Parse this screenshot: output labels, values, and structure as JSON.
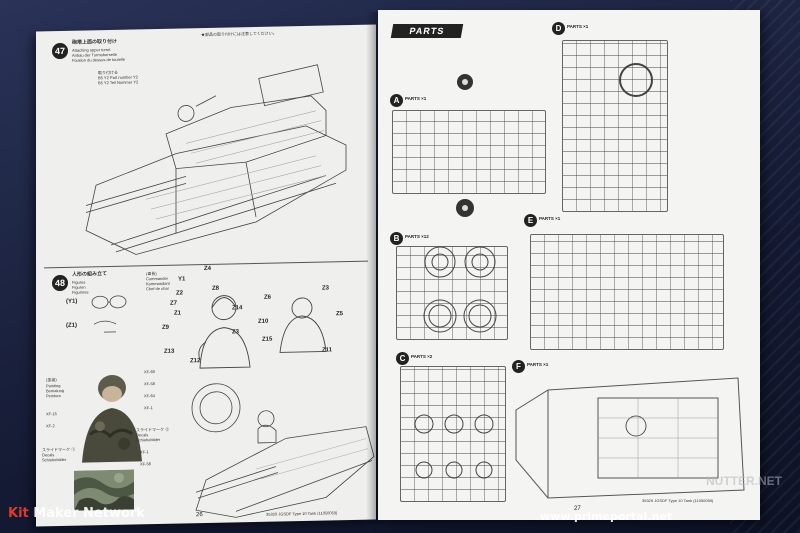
{
  "left_page": {
    "step_47": {
      "number": "47",
      "jp_heading": "砲塔上面の取り付け",
      "lines": [
        "Attaching upper turret",
        "Anbau der Turmoberseite",
        "Fixation du dessus de tourelle"
      ],
      "note_lines": [
        "取り付ける",
        "B5 Y2 Part number Y2",
        "B5 Y2 Teil Nummer Y2"
      ],
      "caution_jp": "★部品の取り付けには注意してください。"
    },
    "step_48": {
      "number": "48",
      "jp_heading": "人形の組み立て",
      "lines": [
        "Figures",
        "Figuren",
        "Figurines"
      ],
      "commander_jp": "(車長)",
      "commander_lines": [
        "Commander",
        "Kommandant",
        "Chef de char"
      ],
      "part_labels": [
        "Z4",
        "Y1",
        "Z2",
        "Z7",
        "Z8",
        "Z14",
        "Z1",
        "Z9",
        "Z3",
        "Z13",
        "Z12",
        "Z6",
        "Z3",
        "Z10",
        "Z5",
        "Z15",
        "Z11"
      ],
      "y1_label": "(Y1)",
      "z1_label": "(Z1)",
      "painting_jp": "(塗装)",
      "painting_lines": [
        "Painting",
        "Bemalung",
        "Peinture"
      ],
      "decal_left_lines": [
        "スライドマーク ①",
        "Decals",
        "Schiebebilder"
      ],
      "decal_right_lines": [
        "スライドマーク ②",
        "Decals",
        "Schiebebilder"
      ],
      "paint_codes": [
        "XF-69",
        "XF-58",
        "XF-64",
        "XF-1",
        "XF-15",
        "XF-2",
        "XF-1",
        "XF-58"
      ]
    },
    "page_number": "26",
    "footer": "35329 JGSDF Type 10 Tank (11050059)"
  },
  "right_page": {
    "parts_banner": "PARTS",
    "page_number": "27",
    "footer": "35329 JGSDF Type 10 Tank (11050059)",
    "sprues": [
      {
        "letter": "A",
        "tag": "PARTS ×1"
      },
      {
        "letter": "B",
        "tag": "PARTS ×12"
      },
      {
        "letter": "C",
        "tag": "PARTS ×2"
      },
      {
        "letter": "D",
        "tag": "PARTS ×1"
      },
      {
        "letter": "E",
        "tag": "PARTS ×1"
      },
      {
        "letter": "F",
        "tag": "PARTS ×1"
      }
    ]
  },
  "watermarks": {
    "left": {
      "prefix": "Kit",
      "suffix": "Maker Network"
    },
    "right": "www.primeportal.net",
    "ghost": "NUTTER.NET"
  }
}
